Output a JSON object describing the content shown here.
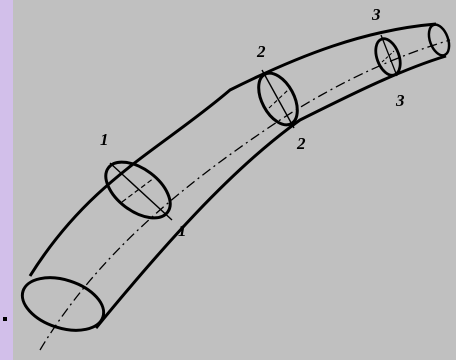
{
  "diagram": {
    "section_labels": [
      {
        "id": "1-top",
        "text": "1"
      },
      {
        "id": "1-bottom",
        "text": "1"
      },
      {
        "id": "2-top",
        "text": "2"
      },
      {
        "id": "2-bottom",
        "text": "2"
      },
      {
        "id": "3-top",
        "text": "3"
      },
      {
        "id": "3-bottom",
        "text": "3"
      }
    ]
  },
  "colors": {
    "panel": "#c0c0c0",
    "background": "#d2bfea",
    "ink": "#000000"
  }
}
